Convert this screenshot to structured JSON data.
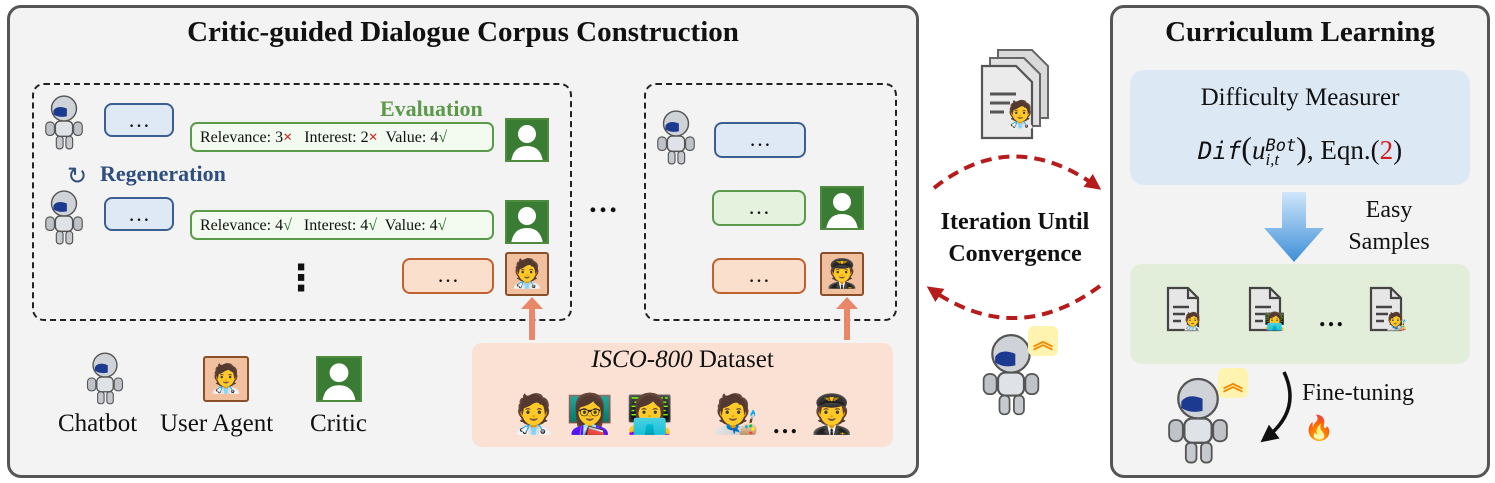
{
  "left_panel": {
    "title": "Critic-guided Dialogue Corpus Construction",
    "evaluation_label": "Evaluation",
    "regeneration_label": "Regeneration",
    "bubble_text": "…",
    "row1": {
      "relevance": "Relevance: 3",
      "interest": "Interest: 2",
      "value": "Value: 4",
      "mark1": "×",
      "mark2": "×",
      "mark3": "√"
    },
    "row2": {
      "relevance": "Relevance: 4",
      "interest": "Interest: 4",
      "value": "Value: 4",
      "mark1": "√",
      "mark2": "√",
      "mark3": "√"
    },
    "vdots": "⋮",
    "hdots": "…",
    "legend": {
      "chatbot": "Chatbot",
      "user_agent": "User Agent",
      "critic": "Critic"
    },
    "dataset": {
      "name": "ISCO-800",
      "suffix": " Dataset",
      "ellipsis": "…",
      "emojis": [
        "🧑‍⚕️",
        "👩‍🏫",
        "👩‍💻",
        "🧑‍🎨",
        "🧑‍✈️"
      ]
    }
  },
  "middle": {
    "iteration_label_line1": "Iteration Until",
    "iteration_label_line2": "Convergence"
  },
  "right_panel": {
    "title": "Curriculum Learning",
    "measurer_title": "Difficulty Measurer",
    "formula_prefix": "Dif",
    "formula_var": "u",
    "formula_sup": "Bot",
    "formula_sub": "i,t",
    "formula_eqn": ", Eqn.(",
    "formula_num": "2",
    "formula_close": ")",
    "easy_line1": "Easy",
    "easy_line2": "Samples",
    "samples_ellipsis": "…",
    "finetune_label": "Fine-tuning",
    "fire_icon": "🔥"
  },
  "colors": {
    "red_arrow": "#b71c1c",
    "blue_arrow": "#3d8fd8",
    "evaluation_green": "#5c9a4b",
    "regeneration_blue": "#2e4e7e",
    "eq_red": "#d11d1d"
  }
}
